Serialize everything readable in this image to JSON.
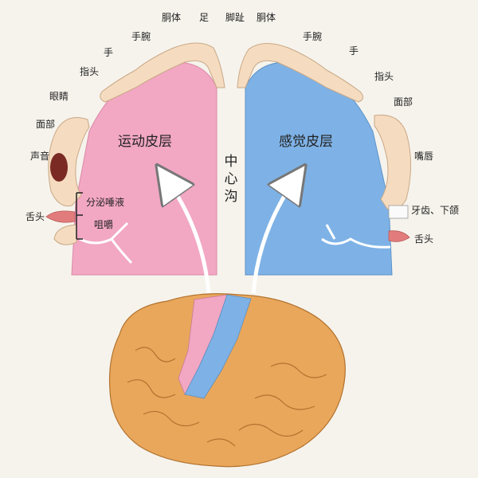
{
  "colors": {
    "motor": "#f2a7c3",
    "sensory": "#7eb2e6",
    "brain": "#e9a75c",
    "skin": "#f5dcc0"
  },
  "title_center": "中心沟",
  "motor": {
    "title": "运动皮层",
    "labels": {
      "trunk": "胴体",
      "foot": "足",
      "wrist": "手腕",
      "hand": "手",
      "fingers": "指头",
      "eyes": "眼睛",
      "face": "面部",
      "voice": "声音",
      "salivation": "分泌唾液",
      "chewing": "咀嚼",
      "tongue": "舌头"
    }
  },
  "sensory": {
    "title": "感觉皮层",
    "labels": {
      "toes": "脚趾",
      "trunk": "胴体",
      "wrist": "手腕",
      "hand": "手",
      "fingers": "指头",
      "face": "面部",
      "lips": "嘴唇",
      "teeth_jaw": "牙齿、下颌",
      "tongue": "舌头"
    }
  }
}
